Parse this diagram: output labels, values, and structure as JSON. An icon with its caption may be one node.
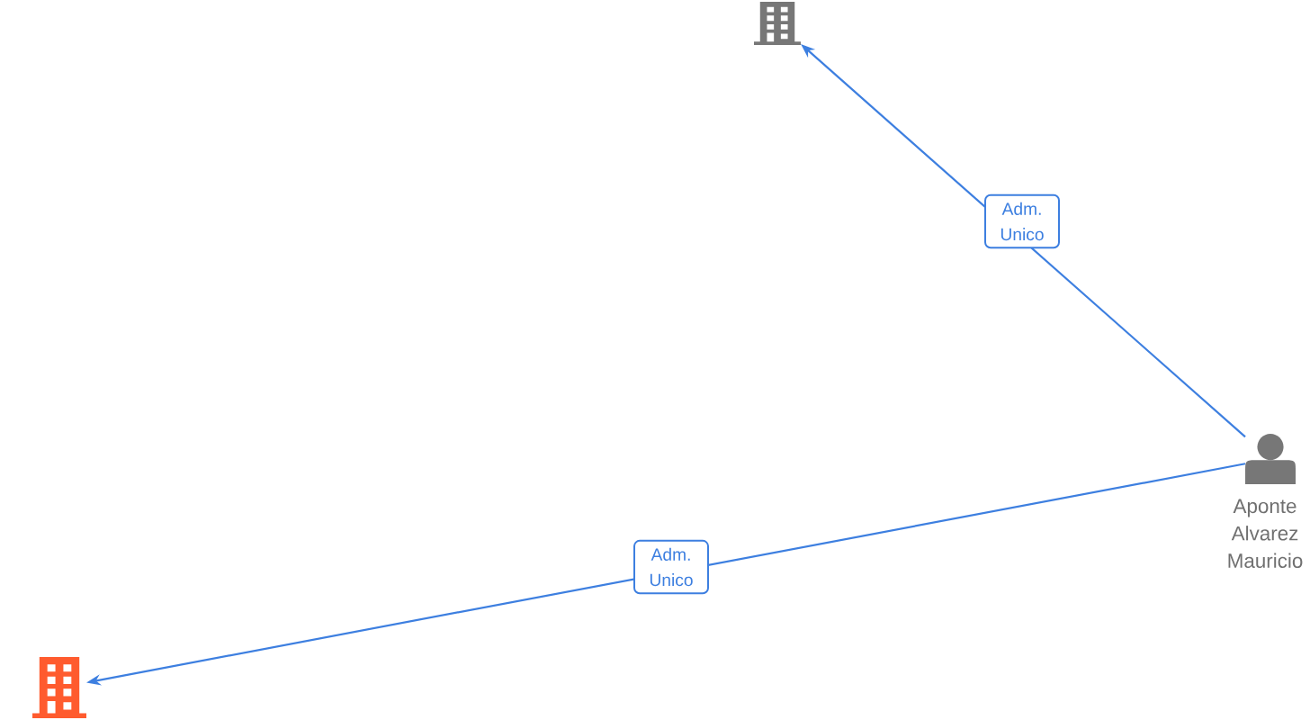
{
  "diagram": {
    "nodes": [
      {
        "text": [],
        "shape": "building"
      },
      {
        "text": [
          "Aponte Alvarez Mauricio"
        ]
      },
      {
        "text": [],
        "shape": "building"
      }
    ],
    "edges": [
      {
        "from": 1,
        "to": 0,
        "arrow": "to",
        "label": "Adm. Unico"
      },
      {
        "from": 1,
        "to": 2,
        "arrow": "to",
        "label": "Adm. Unico"
      }
    ]
  }
}
